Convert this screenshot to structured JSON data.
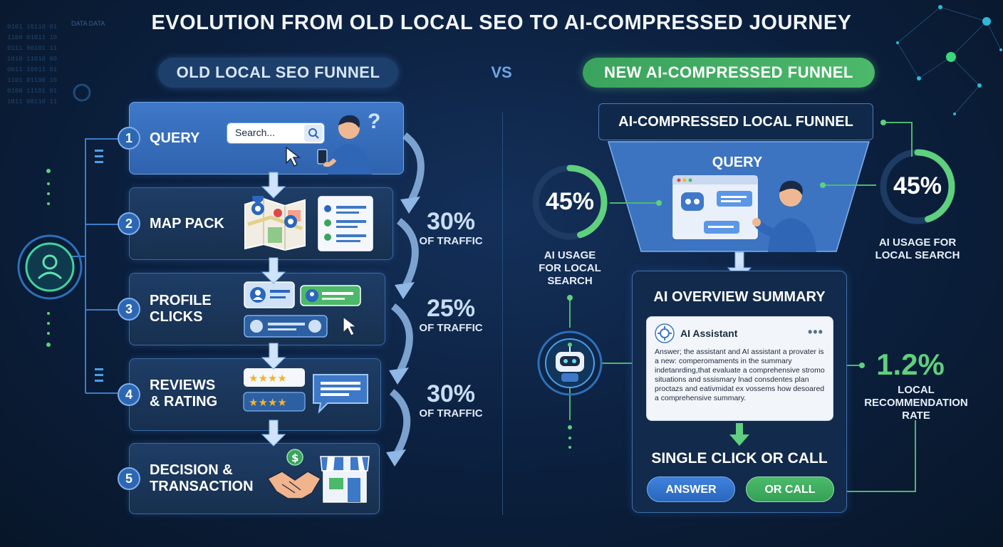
{
  "title": "EVOLUTION FROM OLD LOCAL SEO TO AI-COMPRESSED JOURNEY",
  "old_funnel": {
    "label": "OLD LOCAL SEO FUNNEL",
    "search_placeholder": "Search...",
    "stages": [
      {
        "number": "1",
        "label_lines": [
          "QUERY"
        ]
      },
      {
        "number": "2",
        "label_lines": [
          "MAP PACK"
        ]
      },
      {
        "number": "3",
        "label_lines": [
          "PROFILE",
          "CLICKS"
        ]
      },
      {
        "number": "4",
        "label_lines": [
          "REVIEWS",
          "& RATING"
        ]
      },
      {
        "number": "5",
        "label_lines": [
          "DECISION &",
          "TRANSACTION"
        ]
      }
    ],
    "traffic": [
      {
        "percent": "30%",
        "label": "OF TRAFFIC"
      },
      {
        "percent": "25%",
        "label": "OF TRAFFIC"
      },
      {
        "percent": "30%",
        "label": "OF TRAFFIC"
      }
    ]
  },
  "vs": "VS",
  "new_funnel": {
    "label": "NEW AI-COMPRESSED FUNNEL",
    "header": "AI-COMPRESSED LOCAL FUNNEL",
    "query_label": "QUERY",
    "left_stat": {
      "value": "45%",
      "caption_lines": [
        "AI USAGE",
        "FOR LOCAL",
        "SEARCH"
      ],
      "fraction": 0.45
    },
    "right_stat": {
      "value": "45%",
      "caption_lines": [
        "AI USAGE FOR",
        "LOCAL SEARCH"
      ],
      "fraction": 0.45
    },
    "overview": {
      "title": "AI OVERVIEW SUMMARY",
      "assistant_name": "AI Assistant",
      "menu_dots": "•••",
      "answer_text": "Answer; the assistant and AI assistant a provater is a new: comperomaments in the summary indetanrding,that evaluate a comprehensive stromo situations and sssismary lnad consdentes plan proctazs and eativmidat ex vossems how desoared a comprehensive summary."
    },
    "cta": {
      "title": "SINGLE CLICK OR CALL",
      "answer_button": "ANSWER",
      "call_button": "OR CALL"
    },
    "rate": {
      "value": "1.2%",
      "caption_lines": [
        "LOCAL",
        "RECOMMENDATION",
        "RATE"
      ]
    }
  },
  "corner_text": "DATA DATA",
  "colors": {
    "blue_accent": "#3e78c8",
    "green_accent": "#4cb86a",
    "background": "#0b1f3d"
  },
  "icons": [
    "user-circle-icon",
    "search-icon",
    "cursor-icon",
    "person-phone-icon",
    "question-icon",
    "map-icon",
    "location-list-icon",
    "profile-card-icon",
    "star-rating-icon",
    "chat-bubble-icon",
    "money-icon",
    "handshake-icon",
    "storefront-icon",
    "robot-icon",
    "ai-assistant-logo-icon"
  ]
}
